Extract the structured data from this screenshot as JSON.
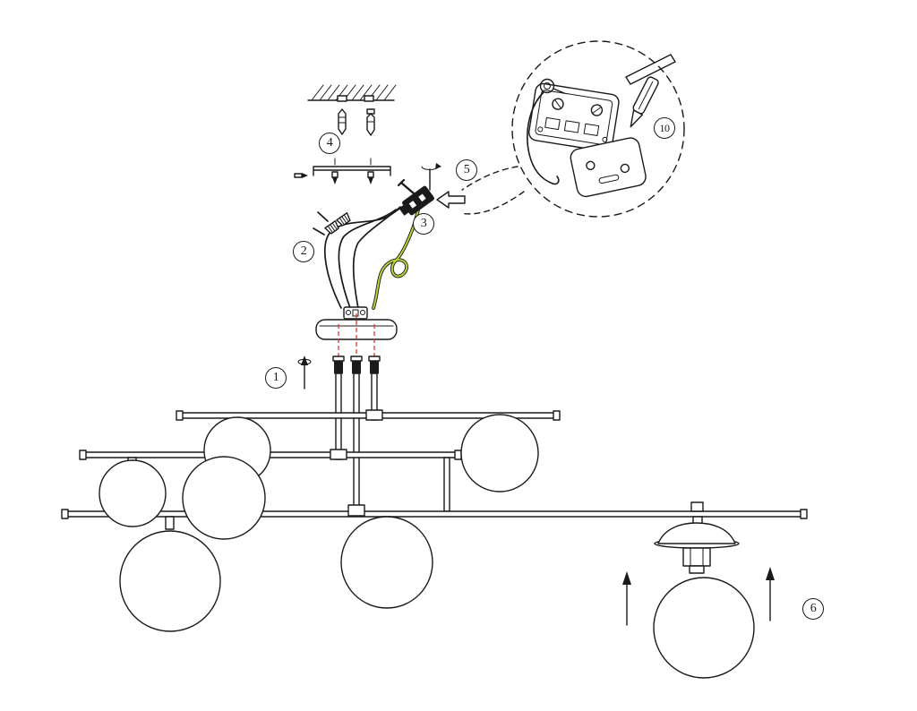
{
  "canvas": {
    "width": "1024",
    "height": "794"
  },
  "colors": {
    "line": "#1a1a1a",
    "ground_wire": "#b7d437",
    "alignment_dash": "#e8332a",
    "paper": "#ffffff"
  },
  "labels": {
    "step1": "1",
    "step2": "2",
    "step3": "3",
    "step4": "4",
    "step5": "5",
    "step6": "6",
    "step10": "10"
  }
}
